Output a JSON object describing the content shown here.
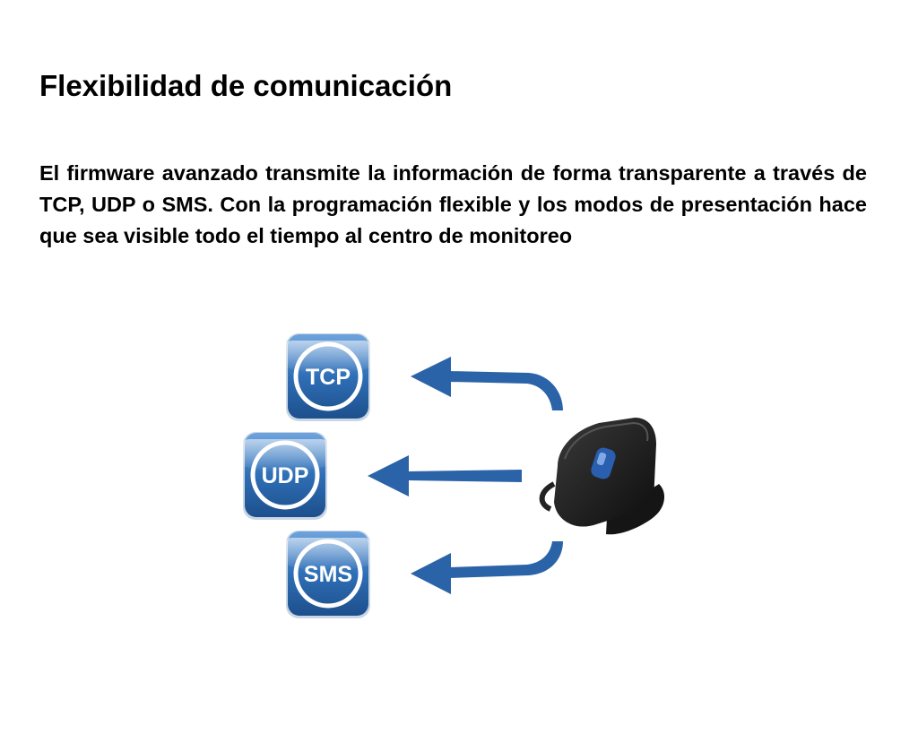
{
  "slide": {
    "title": "Flexibilidad de comunicación",
    "body": "El firmware avanzado transmite la información de forma transparente a través de TCP, UDP o SMS. Con la programación flexible y los modos de presentación hace que sea visible todo el tiempo al centro de monitoreo"
  },
  "diagram": {
    "protocols": [
      {
        "label": "TCP",
        "icon": "tcp-badge-icon"
      },
      {
        "label": "UDP",
        "icon": "udp-badge-icon"
      },
      {
        "label": "SMS",
        "icon": "sms-badge-icon"
      }
    ],
    "device_icon": "gps-tracker-device-icon",
    "arrow_icon": "left-arrow-icon",
    "colors": {
      "badge_blue": "#2f6fb6",
      "badge_dark": "#1d4f8c",
      "arrow_blue": "#2b63a8",
      "device_black": "#1b1b1b",
      "device_button": "#2a5fb0"
    }
  }
}
